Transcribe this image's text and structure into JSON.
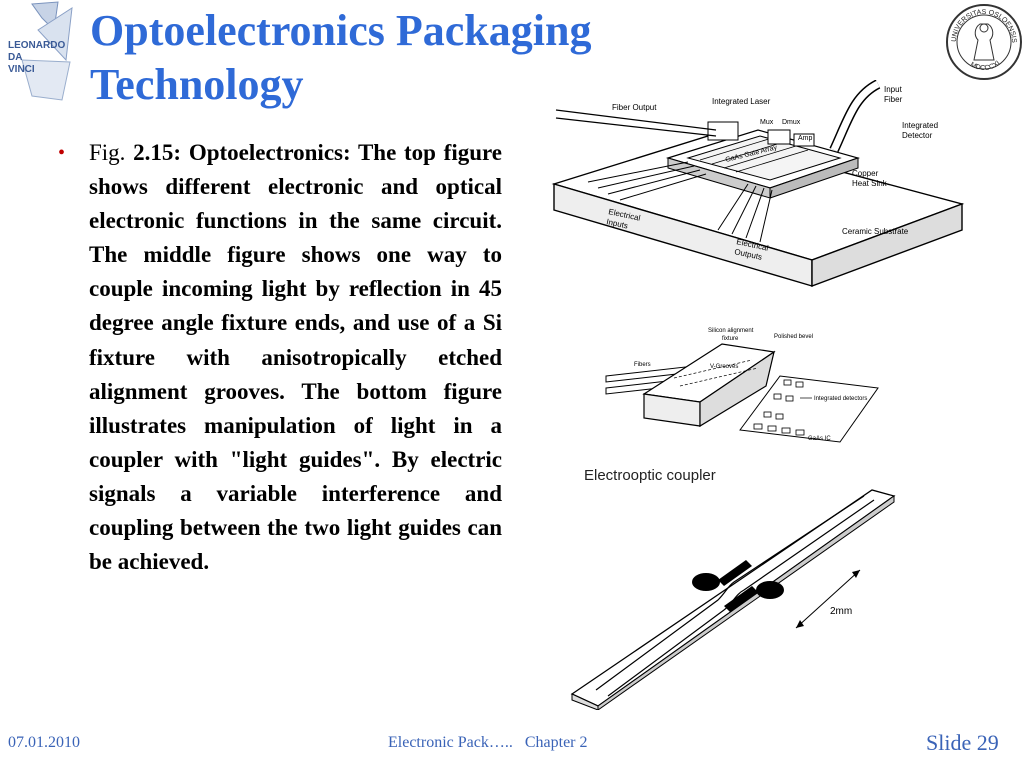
{
  "header": {
    "title_line1": "Optoelectronics Packaging",
    "title_line2": "Technology",
    "logo_left": {
      "icon": "leonardo-da-vinci-logo",
      "text": [
        "LEONARDO",
        "DA",
        "VINCI"
      ]
    },
    "logo_right": {
      "icon": "university-oslo-seal",
      "text_top": "UNIVERSITAS OSLOENSIS",
      "text_bottom": "MDCCCXI"
    }
  },
  "body": {
    "bullet": "•",
    "fig_prefix": "Fig.",
    "fig_number": "2.15:",
    "text": "Optoelectronics: The top figure shows different electronic and optical electronic functions in the same circuit. The middle figure shows one way to couple incoming light by reflection in 45 degree angle fixture ends, and use of a Si fixture with anisotropically etched alignment grooves. The bottom figure illustrates manipulation of light in a coupler with \"light guides\". By electric signals a variable interference and coupling between the two light guides can be achieved."
  },
  "figure_top": {
    "labels": {
      "fiber_output": "Fiber Output",
      "integrated_laser": "Integrated Laser",
      "mux": "Mux",
      "dmux": "Dmux",
      "amp": "Amp",
      "input_fiber_1": "Input",
      "input_fiber_2": "Fiber",
      "integrated_detector_1": "Integrated",
      "integrated_detector_2": "Detector",
      "gaas_gate_array": "GaAs Gate Array",
      "copper_heat_sink_1": "Copper",
      "copper_heat_sink_2": "Heat Sink",
      "electrical_inputs_1": "Electrical",
      "electrical_inputs_2": "Inputs",
      "electrical_outputs_1": "Electrical",
      "electrical_outputs_2": "Outputs",
      "ceramic_substrate": "Ceramic Substrate"
    }
  },
  "figure_middle": {
    "labels": {
      "silicon_fixture_1": "Silicon alignment",
      "silicon_fixture_2": "fixture",
      "polished_bevel": "Polished bevel",
      "fibers": "Fibers",
      "v_grooves": "V-Grooves",
      "integrated_detectors": "Integrated detectors",
      "gaas_ic": "GaAs IC"
    }
  },
  "figure_bottom": {
    "title": "Electrooptic coupler",
    "scale": "2mm"
  },
  "footer": {
    "date": "07.01.2010",
    "center": "Electronic Pack…..   Chapter 2",
    "slide_label": "Slide",
    "slide_number": "29"
  }
}
